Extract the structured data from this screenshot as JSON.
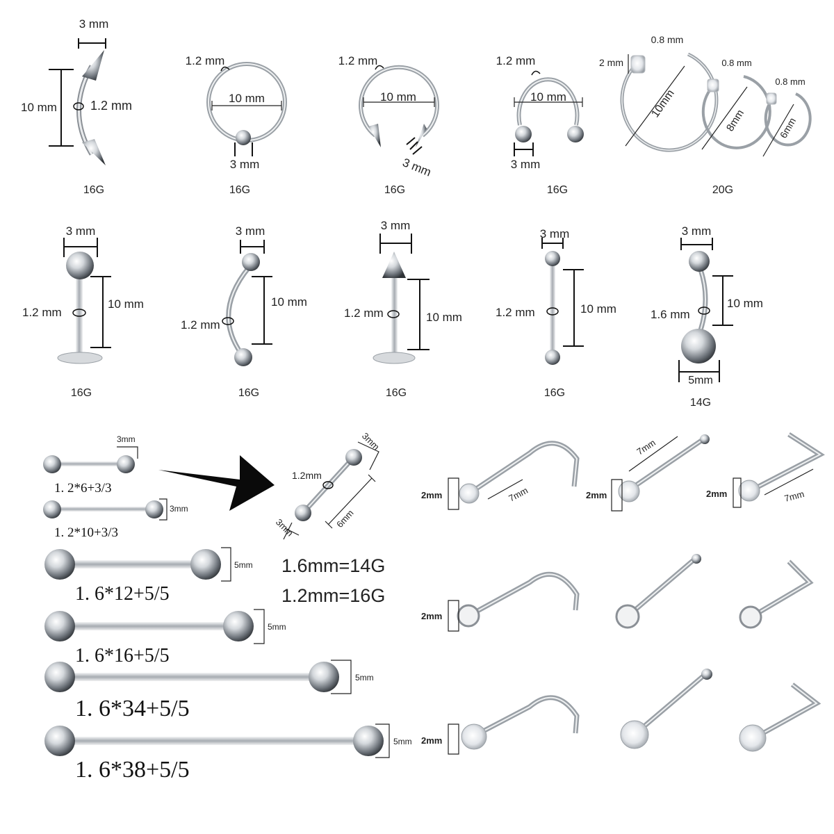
{
  "row1": {
    "curved_barbell": {
      "width": "3 mm",
      "height": "10 mm",
      "thickness": "1.2 mm",
      "gauge": "16G"
    },
    "captive_ring": {
      "thickness": "1.2 mm",
      "diameter": "10 mm",
      "ball": "3 mm",
      "gauge": "16G"
    },
    "horseshoe_spikes": {
      "thickness": "1.2 mm",
      "diameter": "10 mm",
      "spike": "3 mm",
      "gauge": "16G"
    },
    "horseshoe_balls": {
      "thickness": "1.2 mm",
      "diameter": "10 mm",
      "ball": "3 mm",
      "gauge": "16G"
    },
    "nose_hoops": {
      "wire": "0.8 mm",
      "top": "2 mm",
      "sizes": [
        "10mm",
        "8mm",
        "6mm"
      ],
      "gauge": "20G"
    }
  },
  "row2": {
    "labret_ball": {
      "ball": "3 mm",
      "thickness": "1.2 mm",
      "length": "10 mm",
      "gauge": "16G"
    },
    "curved_eyebrow": {
      "ball": "3 mm",
      "thickness": "1.2 mm",
      "length": "10 mm",
      "gauge": "16G"
    },
    "labret_spike": {
      "spike": "3 mm",
      "thickness": "1.2 mm",
      "length": "10 mm",
      "gauge": "16G"
    },
    "straight_barbell": {
      "ball": "3 mm",
      "thickness": "1.2 mm",
      "length": "10 mm",
      "gauge": "16G"
    },
    "belly_ring": {
      "ball": "3 mm",
      "thickness": "1.6 mm",
      "length": "10 mm",
      "bottom": "5mm",
      "gauge": "14G"
    }
  },
  "row3": {
    "barbells": [
      {
        "spec": "1. 2*6+3/3",
        "ball": "3mm"
      },
      {
        "spec": "1. 2*10+3/3",
        "ball": "3mm"
      },
      {
        "spec": "1. 6*12+5/5",
        "ball": "5mm"
      },
      {
        "spec": "1. 6*16+5/5",
        "ball": "5mm"
      },
      {
        "spec": "1. 6*34+5/5",
        "ball": "5mm"
      },
      {
        "spec": "1. 6*38+5/5",
        "ball": "5mm"
      }
    ],
    "detail": {
      "top": "3mm",
      "thickness": "1.2mm",
      "length": "6mm",
      "bottom": "3mm"
    },
    "gauge_notes": [
      "1.6mm=14G",
      "1.2mm=16G"
    ],
    "nose_studs": {
      "top_size": "2mm",
      "length": "7mm",
      "rows": [
        "2mm",
        "2mm",
        "2mm"
      ]
    }
  }
}
